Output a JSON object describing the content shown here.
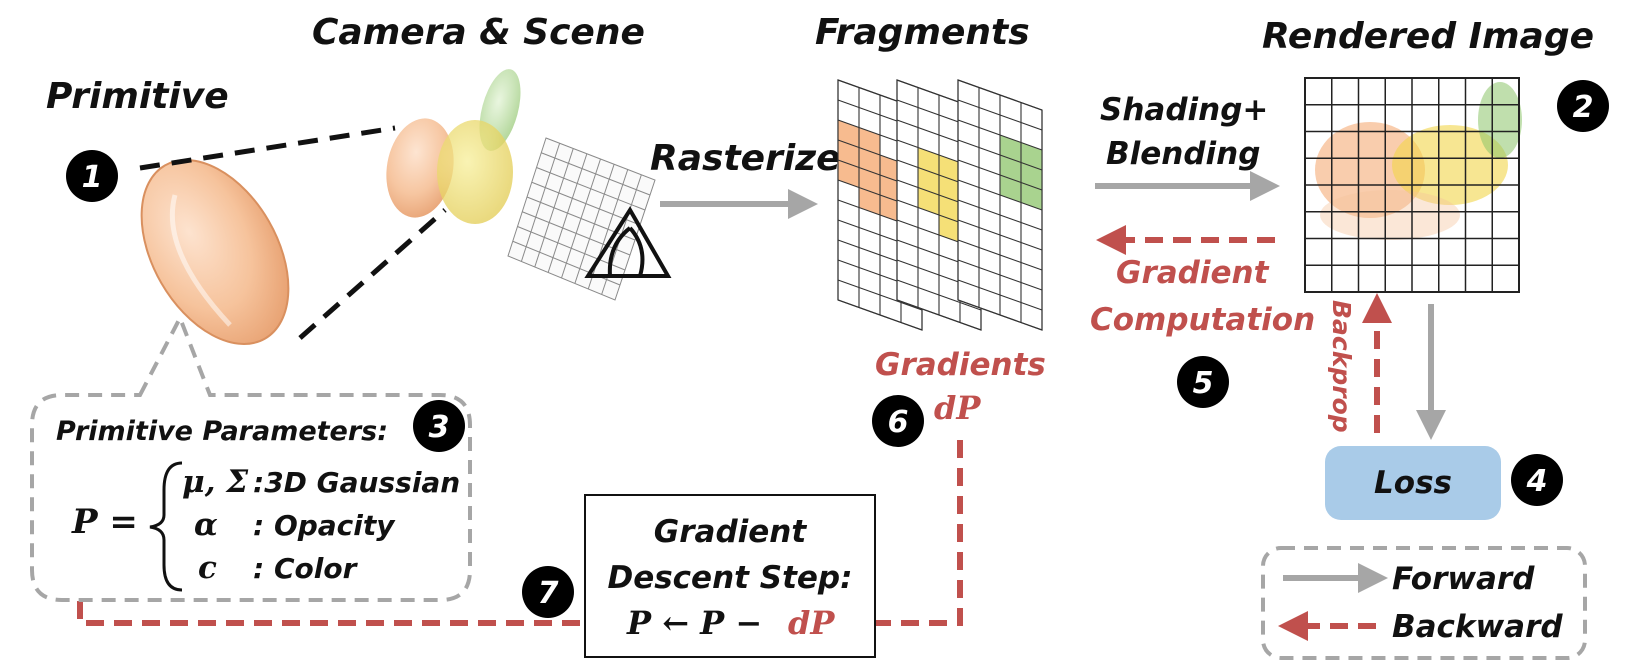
{
  "labels": {
    "primitive": "Primitive",
    "camera_scene": "Camera & Scene",
    "fragments": "Fragments",
    "rendered_image": "Rendered Image",
    "rasterize": "Rasterize",
    "shading_line1": "Shading+",
    "shading_line2": "Blending",
    "gradient_comp_line1": "Gradient",
    "gradient_comp_line2": "Computation",
    "backprop": "Backprop",
    "gradients": "Gradients",
    "dp": "dP",
    "loss": "Loss"
  },
  "badges": {
    "b1": "1",
    "b2": "2",
    "b3": "3",
    "b4": "4",
    "b5": "5",
    "b6": "6",
    "b7": "7"
  },
  "params": {
    "title": "Primitive Parameters:",
    "lhs": "P =",
    "rows": [
      {
        "sym": "μ, Σ",
        "desc": ":3D Gaussian"
      },
      {
        "sym": "α",
        "desc": ": Opacity"
      },
      {
        "sym": "c",
        "desc": ": Color"
      }
    ]
  },
  "descent": {
    "line1": "Gradient",
    "line2": "Descent Step:",
    "formula_lhs": "P ← P −",
    "formula_rhs": "dP"
  },
  "legend": {
    "forward": "Forward",
    "backward": "Backward"
  },
  "colors": {
    "forward": "#a6a6a6",
    "backward": "#c0504d",
    "loss_fill": "#a9cbe8",
    "orange": "#f4a46a",
    "yellow": "#f2d64a",
    "green": "#8cc46a",
    "badge": "#000000"
  }
}
